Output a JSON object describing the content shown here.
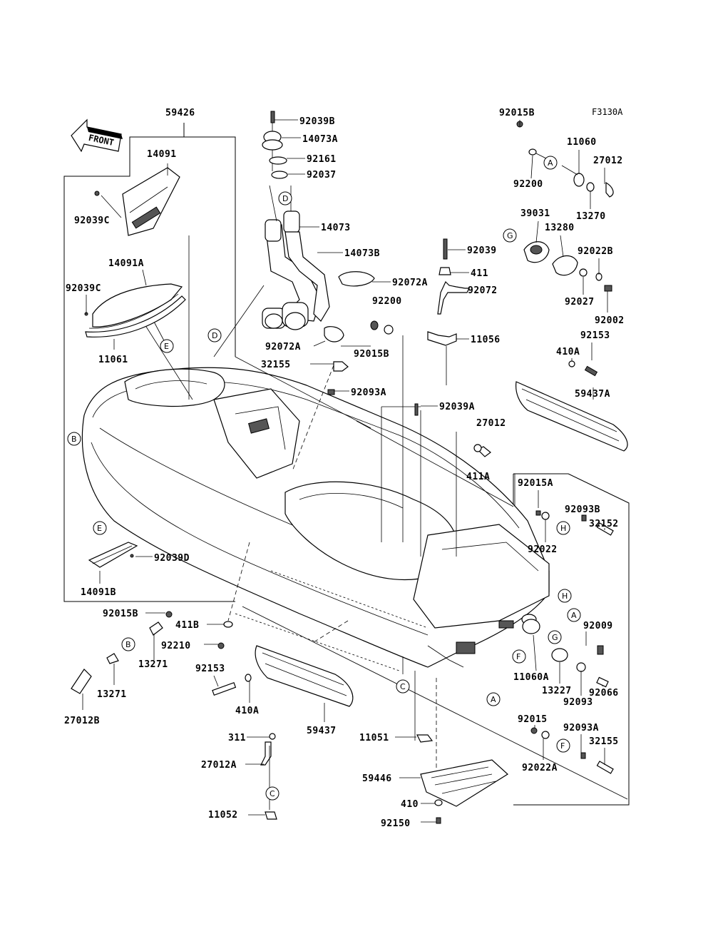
{
  "figure_code": "F3130A",
  "front_label": "FRONT",
  "parts": {
    "p59426": "59426",
    "p14091": "14091",
    "p92039C_1": "92039C",
    "p14091A": "14091A",
    "p92039C_2": "92039C",
    "p11061": "11061",
    "p14091B": "14091B",
    "p92039D": "92039D",
    "p92039B": "92039B",
    "p14073A": "14073A",
    "p92161": "92161",
    "p92037": "92037",
    "p14073": "14073",
    "p14073B": "14073B",
    "p92072A_1": "92072A",
    "p92072A_2": "92072A",
    "p32155_1": "32155",
    "p92093A_1": "92093A",
    "p92200_1": "92200",
    "p92015B_1": "92015B",
    "p92039": "92039",
    "p411": "411",
    "p92072": "92072",
    "p11056": "11056",
    "p92039A": "92039A",
    "p27012_1": "27012",
    "p411A": "411A",
    "p92015B_2": "92015B",
    "p11060_1": "11060",
    "p27012_2": "27012",
    "p92200_2": "92200",
    "p13270": "13270",
    "p39031": "39031",
    "p13280": "13280",
    "p92022B": "92022B",
    "p92027": "92027",
    "p92002": "92002",
    "p92153_1": "92153",
    "p410A_1": "410A",
    "p59437A": "59437A",
    "p92015A": "92015A",
    "p92093B": "92093B",
    "p32152": "32152",
    "p92022_1": "92022",
    "p92009": "92009",
    "p11060A": "11060A",
    "p13227": "13227",
    "p92093": "92093",
    "p92066": "92066",
    "p92015_1": "92015",
    "p92093A_2": "92093A",
    "p32155_2": "32155",
    "p92022A": "92022A",
    "p92015B_3": "92015B",
    "p411B": "411B",
    "p92210": "92210",
    "p13271_1": "13271",
    "p13271_2": "13271",
    "p27012B": "27012B",
    "p92153_2": "92153",
    "p410A_2": "410A",
    "p59437": "59437",
    "p311": "311",
    "p27012A": "27012A",
    "p11052": "11052",
    "p11051": "11051",
    "p59446": "59446",
    "p410": "410",
    "p92150": "92150"
  },
  "callouts": {
    "A": "A",
    "B": "B",
    "C": "C",
    "D": "D",
    "E": "E",
    "F": "F",
    "G": "G",
    "H": "H"
  }
}
